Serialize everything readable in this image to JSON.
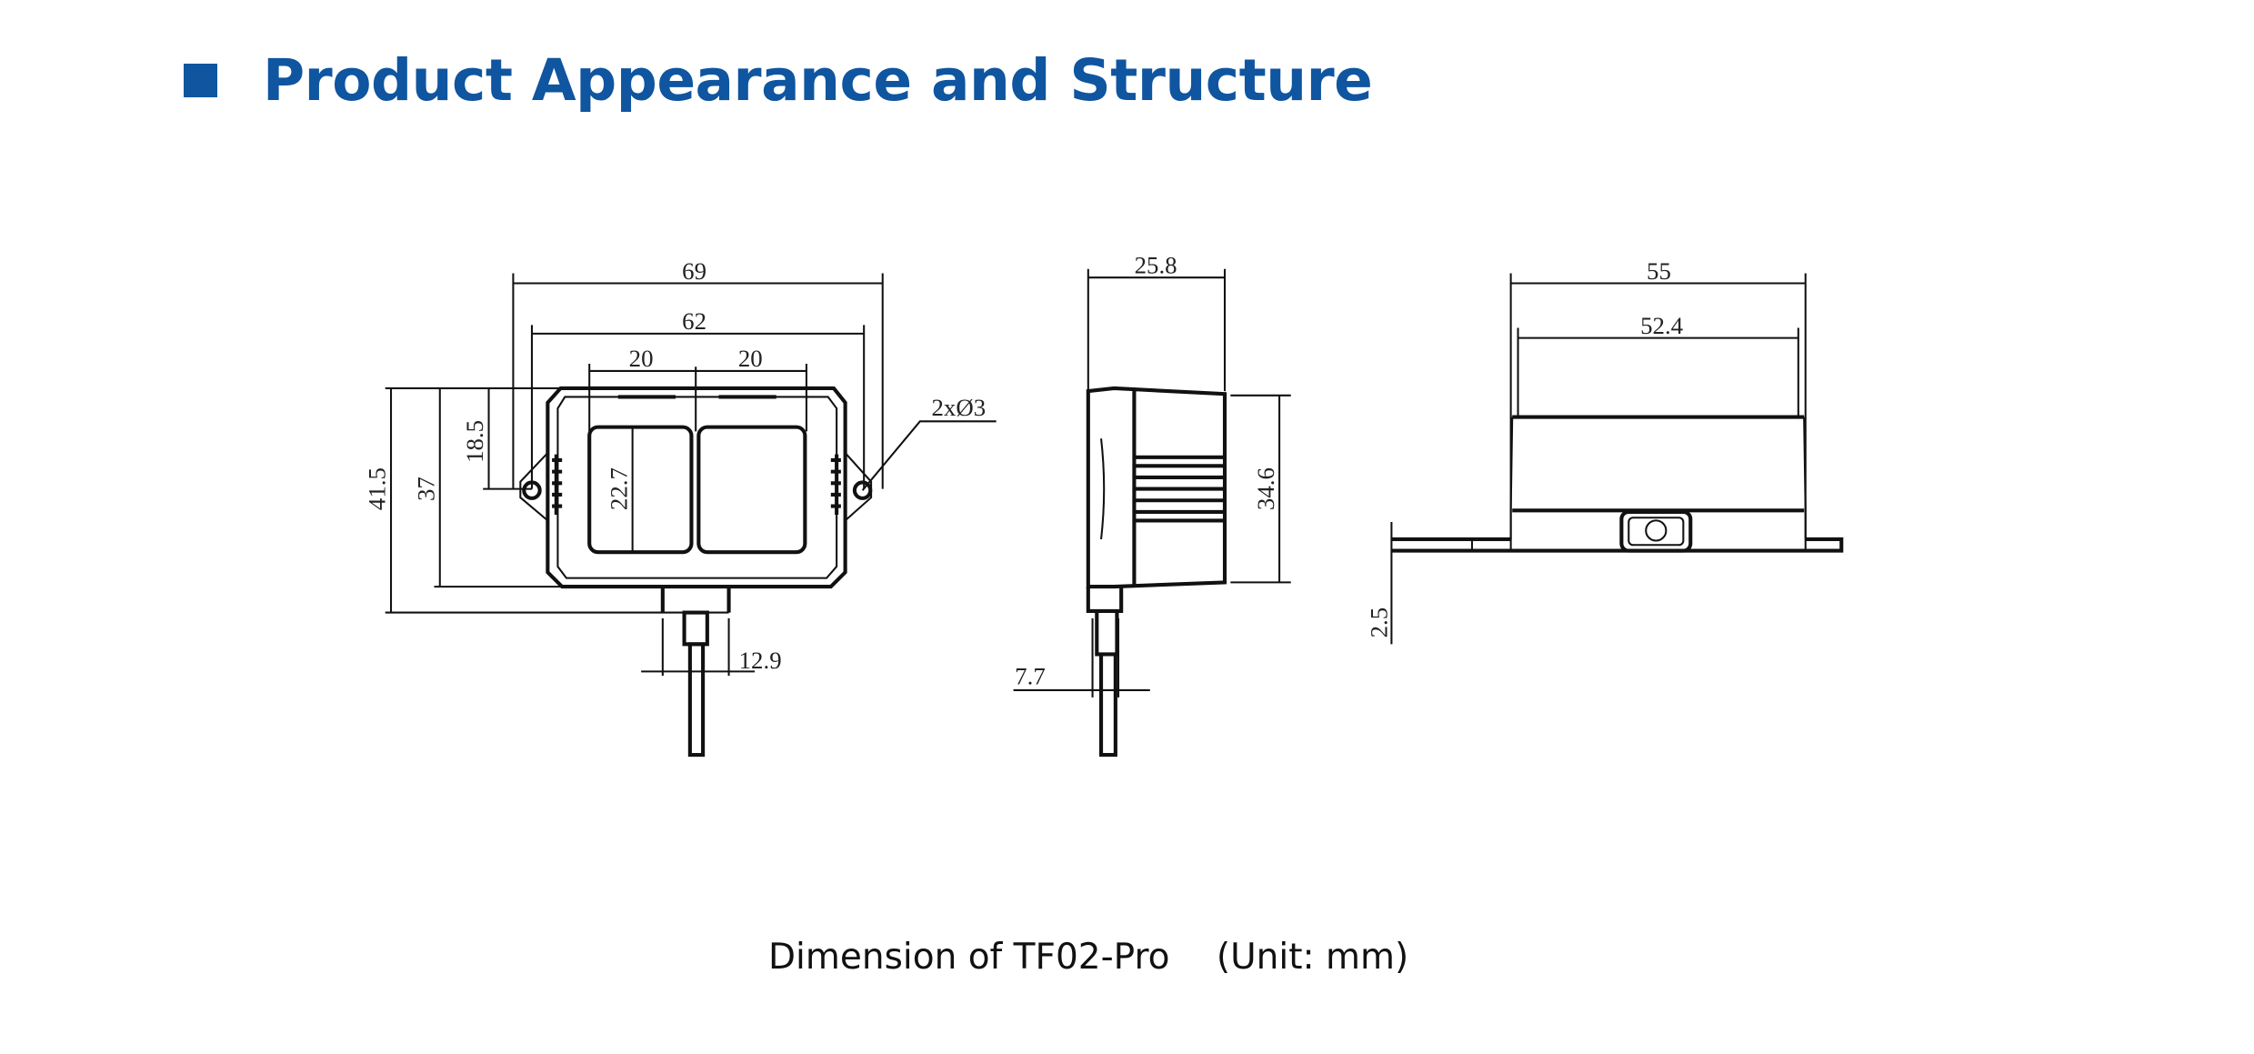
{
  "header": {
    "title": "Product Appearance and Structure",
    "accent_color": "#0f55a0"
  },
  "caption": "Dimension of TF02-Pro  (Unit: mm)",
  "front_view": {
    "overall_width": "69",
    "hole_spacing": "62",
    "window_left_width": "20",
    "window_right_width": "20",
    "overall_height": "41.5",
    "body_height": "37",
    "hole_height": "18.5",
    "window_height": "22.7",
    "hole_spec": "2xØ3",
    "connector_width": "12.9"
  },
  "side_view": {
    "depth": "25.8",
    "body_height": "34.6",
    "connector_width": "7.7"
  },
  "top_view": {
    "width": "55",
    "inner_width": "52.4",
    "flange_thickness": "2.5"
  }
}
